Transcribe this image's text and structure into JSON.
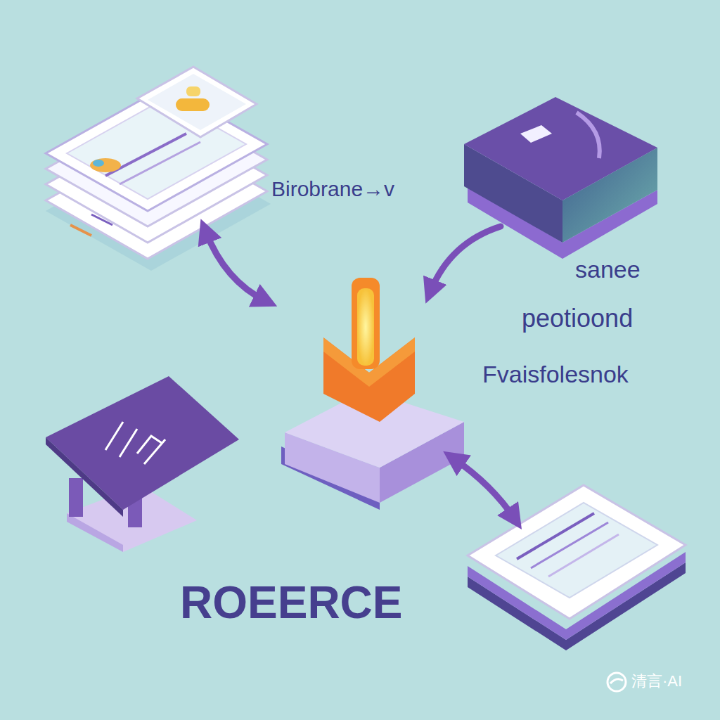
{
  "diagram": {
    "labels": [
      "Birobrane→v",
      "sanee",
      "peotioond",
      "Fvaisfolesnok",
      "ROEERCE",
      "清言·AI"
    ]
  }
}
